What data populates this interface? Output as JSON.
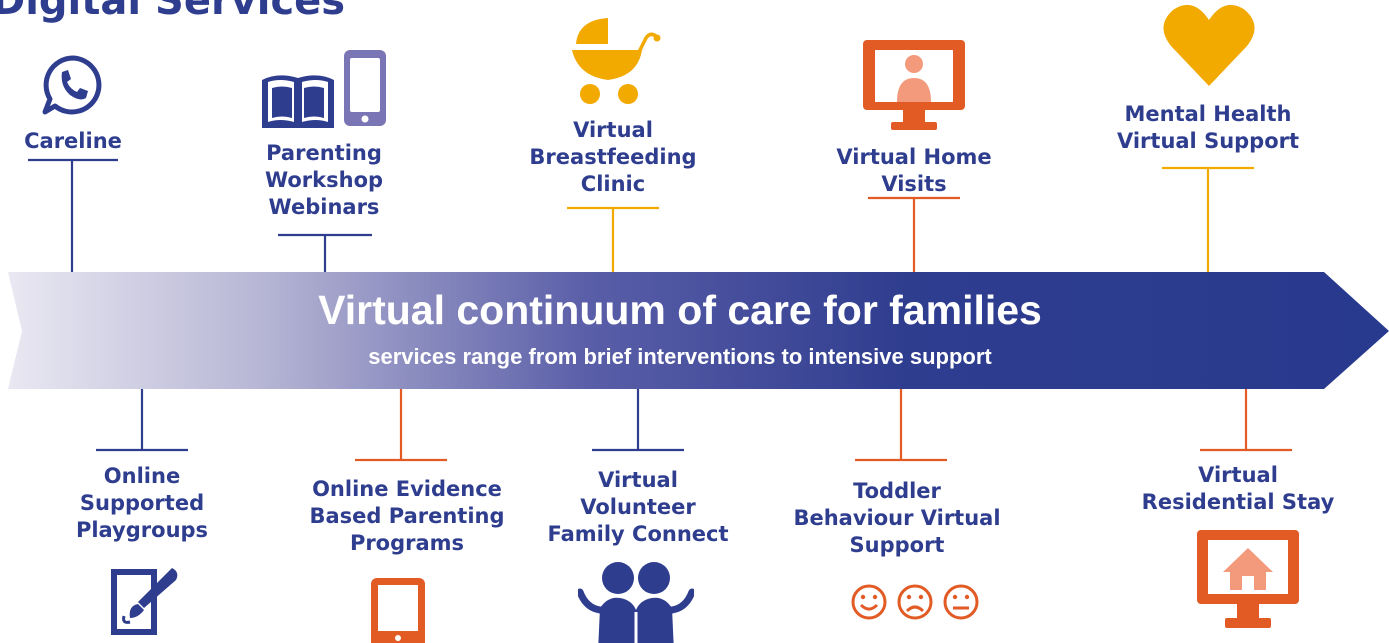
{
  "heading": "Digital Services",
  "arrow": {
    "title": "Virtual continuum of care for families",
    "subtitle": "services range from brief interventions to intensive support"
  },
  "services_top": [
    {
      "id": "careline",
      "lines": [
        "Careline"
      ],
      "icon": "whatsapp-phone-icon",
      "color": "navy"
    },
    {
      "id": "parenting-workshop",
      "lines": [
        "Parenting",
        "Workshop",
        "Webinars"
      ],
      "icon": "book-and-phone-icon",
      "color": "navy"
    },
    {
      "id": "breastfeeding",
      "lines": [
        "Virtual",
        "Breastfeeding",
        "Clinic"
      ],
      "icon": "pram-icon",
      "color": "yellow"
    },
    {
      "id": "home-visits",
      "lines": [
        "Virtual Home",
        "Visits"
      ],
      "icon": "monitor-person-icon",
      "color": "orange"
    },
    {
      "id": "mental-health",
      "lines": [
        "Mental Health",
        "Virtual Support"
      ],
      "icon": "heart-icon",
      "color": "yellow"
    }
  ],
  "services_bottom": [
    {
      "id": "playgroups",
      "lines": [
        "Online",
        "Supported",
        "Playgroups"
      ],
      "icon": "paint-brush-icon",
      "color": "navy"
    },
    {
      "id": "parenting-programs",
      "lines": [
        "Online Evidence",
        "Based Parenting",
        "Programs"
      ],
      "icon": "tablet-icon",
      "color": "orange"
    },
    {
      "id": "volunteer",
      "lines": [
        "Virtual",
        "Volunteer",
        "Family Connect"
      ],
      "icon": "two-people-icon",
      "color": "navy"
    },
    {
      "id": "toddler",
      "lines": [
        "Toddler",
        "Behaviour Virtual",
        "Support"
      ],
      "icon": "emotion-faces-icon",
      "color": "orange"
    },
    {
      "id": "residential",
      "lines": [
        "Virtual",
        "Residential Stay"
      ],
      "icon": "monitor-house-icon",
      "color": "orange"
    }
  ],
  "colors": {
    "navy": "#2f3d8f",
    "orange": "#e25a24",
    "yellow": "#f2a900",
    "arrow_start": "#e9e8f2",
    "arrow_end": "#283a8e"
  }
}
